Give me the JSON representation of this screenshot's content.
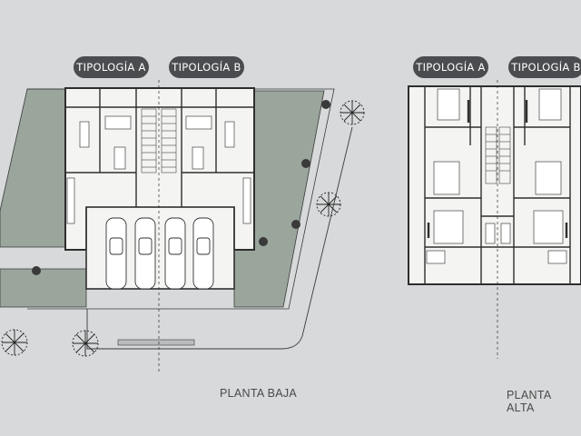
{
  "labels": {
    "tipologia_a": "TIPOLOGÍA A",
    "tipologia_b": "TIPOLOGÍA B",
    "planta_baja": "PLANTA BAJA",
    "planta_alta": "PLANTA ALTA"
  },
  "colors": {
    "background": "#d7d9da",
    "pill": "#4a4c4f",
    "lawn": "#9aa59c",
    "wall": "#2e2e2e",
    "room": "#f4f4f2"
  }
}
